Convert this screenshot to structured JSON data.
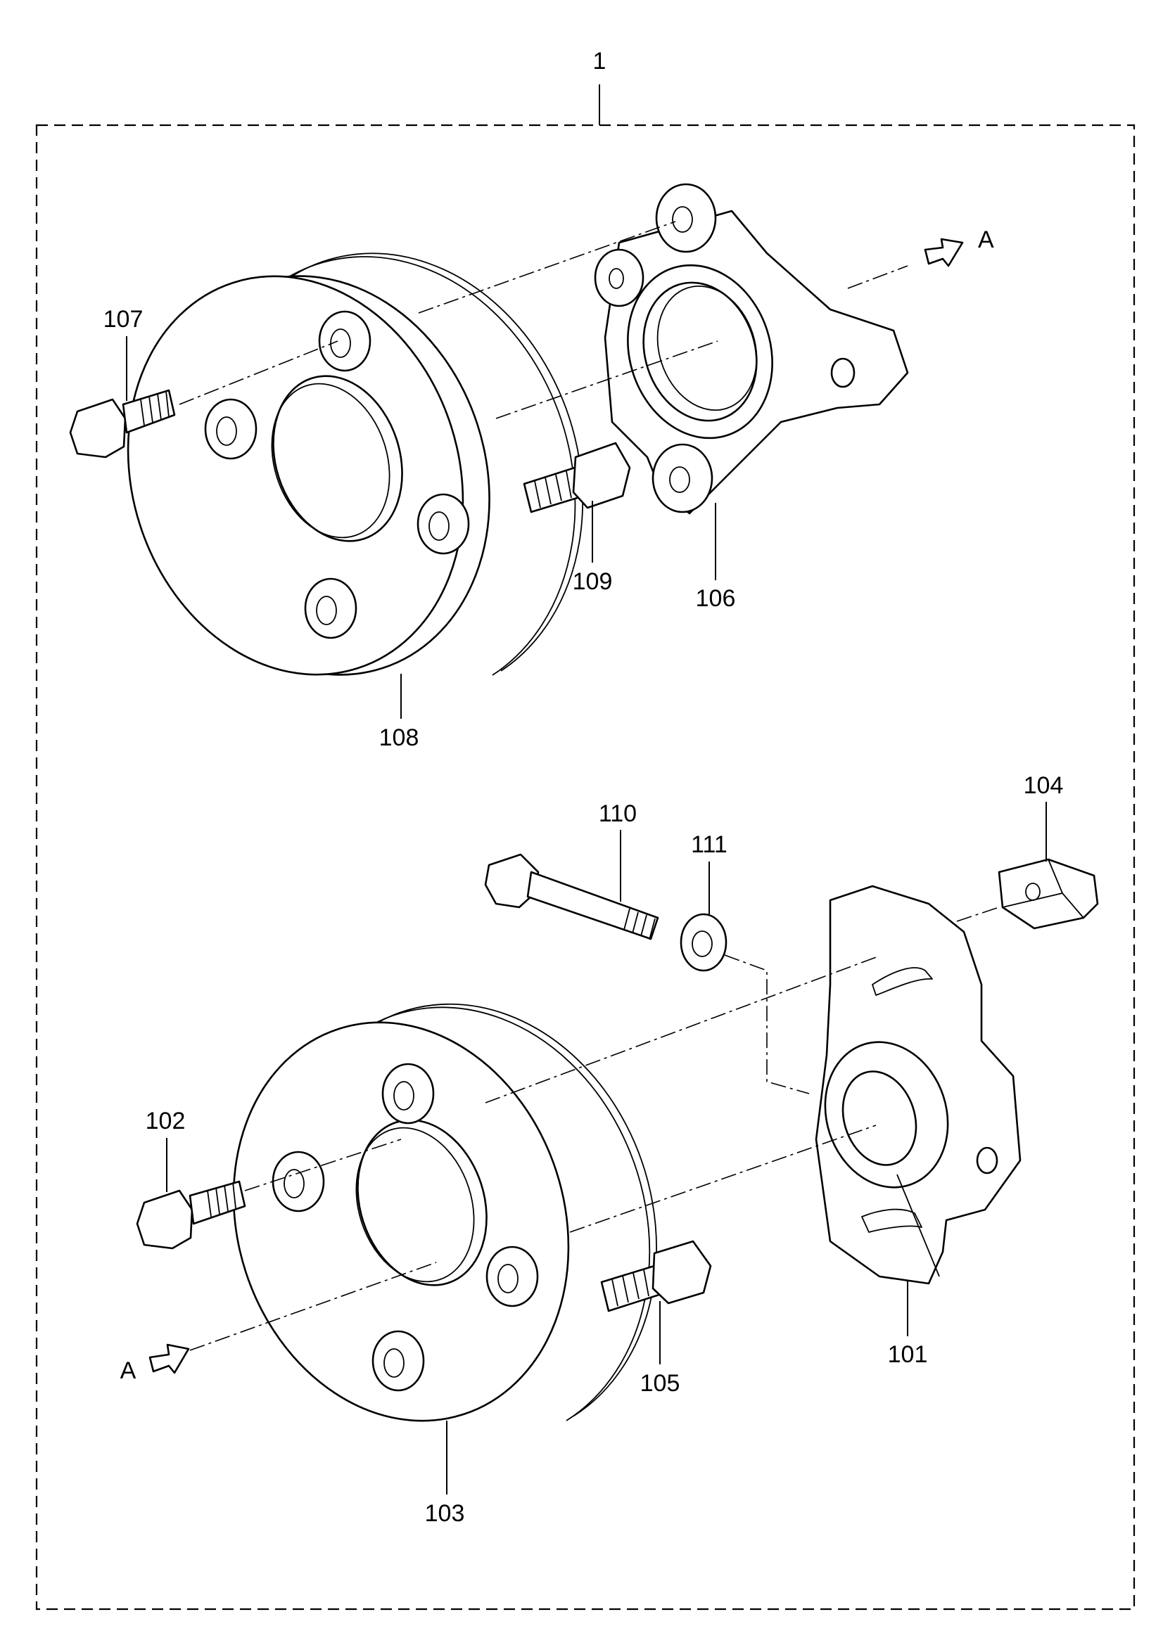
{
  "assembly": {
    "label": "1"
  },
  "view_marker": {
    "label": "A"
  },
  "parts": [
    {
      "id": "101",
      "label": "101"
    },
    {
      "id": "102",
      "label": "102"
    },
    {
      "id": "103",
      "label": "103"
    },
    {
      "id": "104",
      "label": "104"
    },
    {
      "id": "105",
      "label": "105"
    },
    {
      "id": "106",
      "label": "106"
    },
    {
      "id": "107",
      "label": "107"
    },
    {
      "id": "108",
      "label": "108"
    },
    {
      "id": "109",
      "label": "109"
    },
    {
      "id": "110",
      "label": "110"
    },
    {
      "id": "111",
      "label": "111"
    }
  ]
}
